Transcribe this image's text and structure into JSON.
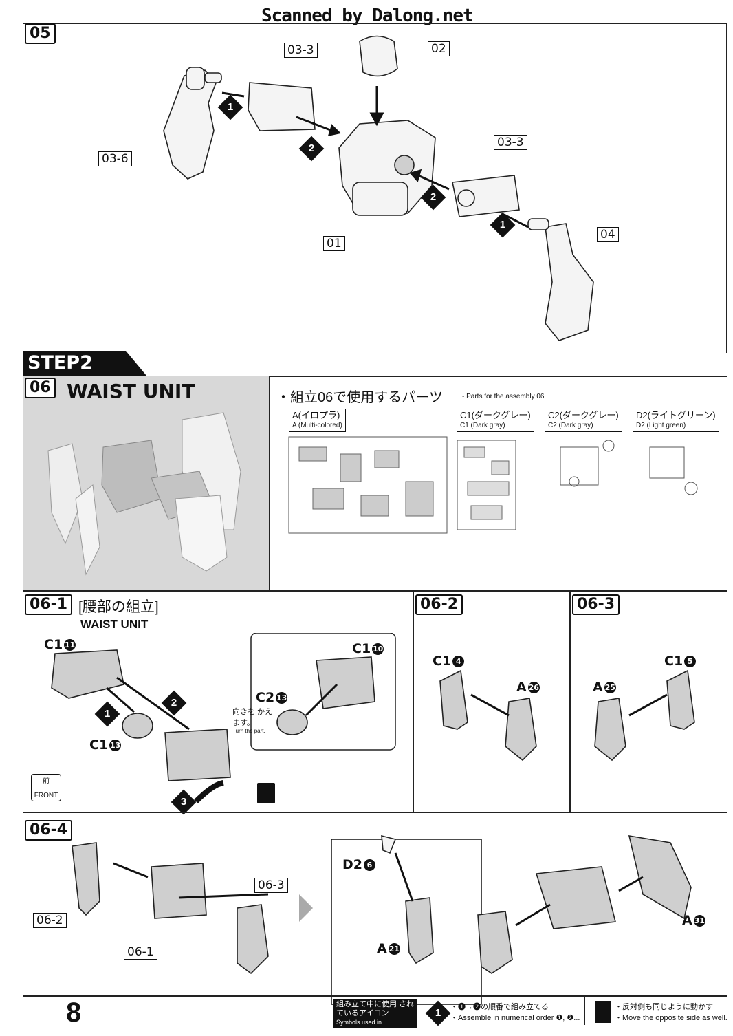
{
  "header": {
    "scanner_credit": "Scanned by Dalong.net"
  },
  "step05": {
    "id": "05",
    "labels": {
      "arm_l": "03-6",
      "block_top": "03-3",
      "head": "02",
      "block_right": "03-3",
      "torso": "01",
      "arm_r": "04"
    },
    "order": [
      "1",
      "2",
      "2",
      "1"
    ]
  },
  "step2": {
    "banner": "STEP2"
  },
  "step06": {
    "id": "06",
    "title": "WAIST UNIT",
    "parts_heading_jp": "・組立06で使用するパーツ",
    "parts_heading_en": "- Parts for the assembly 06",
    "runners": [
      {
        "name_jp": "A(イロプラ)",
        "name_en": "A (Multi-colored)"
      },
      {
        "name_jp": "C1(ダークグレー)",
        "name_en": "C1 (Dark gray)"
      },
      {
        "name_jp": "C2(ダークグレー)",
        "name_en": "C2 (Dark gray)"
      },
      {
        "name_jp": "D2(ライトグリーン)",
        "name_en": "D2 (Light green)"
      }
    ]
  },
  "step06_1": {
    "id": "06-1",
    "title_jp": "[腰部の組立]",
    "title_en": "WAIST UNIT",
    "parts": {
      "c1_11": "C1",
      "c1_13": "C1",
      "c1_10": "C1",
      "c2_13": "C2"
    },
    "part_nums": {
      "c1_11": "11",
      "c1_13": "13",
      "c1_10": "10",
      "c2_13": "13"
    },
    "note_jp": "向きを かえます。",
    "note_en": "Turn the part.",
    "front_jp": "前",
    "front_en": "FRONT",
    "order": [
      "1",
      "2",
      "3"
    ]
  },
  "step06_2": {
    "id": "06-2",
    "p1": "C1",
    "n1": "4",
    "p2": "A",
    "n2": "26"
  },
  "step06_3": {
    "id": "06-3",
    "p1": "A",
    "n1": "25",
    "p2": "C1",
    "n2": "5"
  },
  "step06_4": {
    "id": "06-4",
    "labels": {
      "l1": "06-2",
      "l2": "06-1",
      "l3": "06-3"
    },
    "parts": {
      "d2": "D2",
      "d2n": "6",
      "a21": "A",
      "a21n": "21",
      "a31": "A",
      "a31n": "31"
    }
  },
  "footer": {
    "page_number": "8",
    "legend_title_jp": "組み立て中に使用 されているアイコン",
    "legend_title_en": "Symbols used in instructions",
    "legend_order_jp": "・❶→❷の順番で組み立てる",
    "legend_order_en": "・Assemble in numerical order ❶, ❷...",
    "legend_mirror_jp": "・反対側も同じように動かす",
    "legend_mirror_en": "・Move the opposite side as well."
  }
}
